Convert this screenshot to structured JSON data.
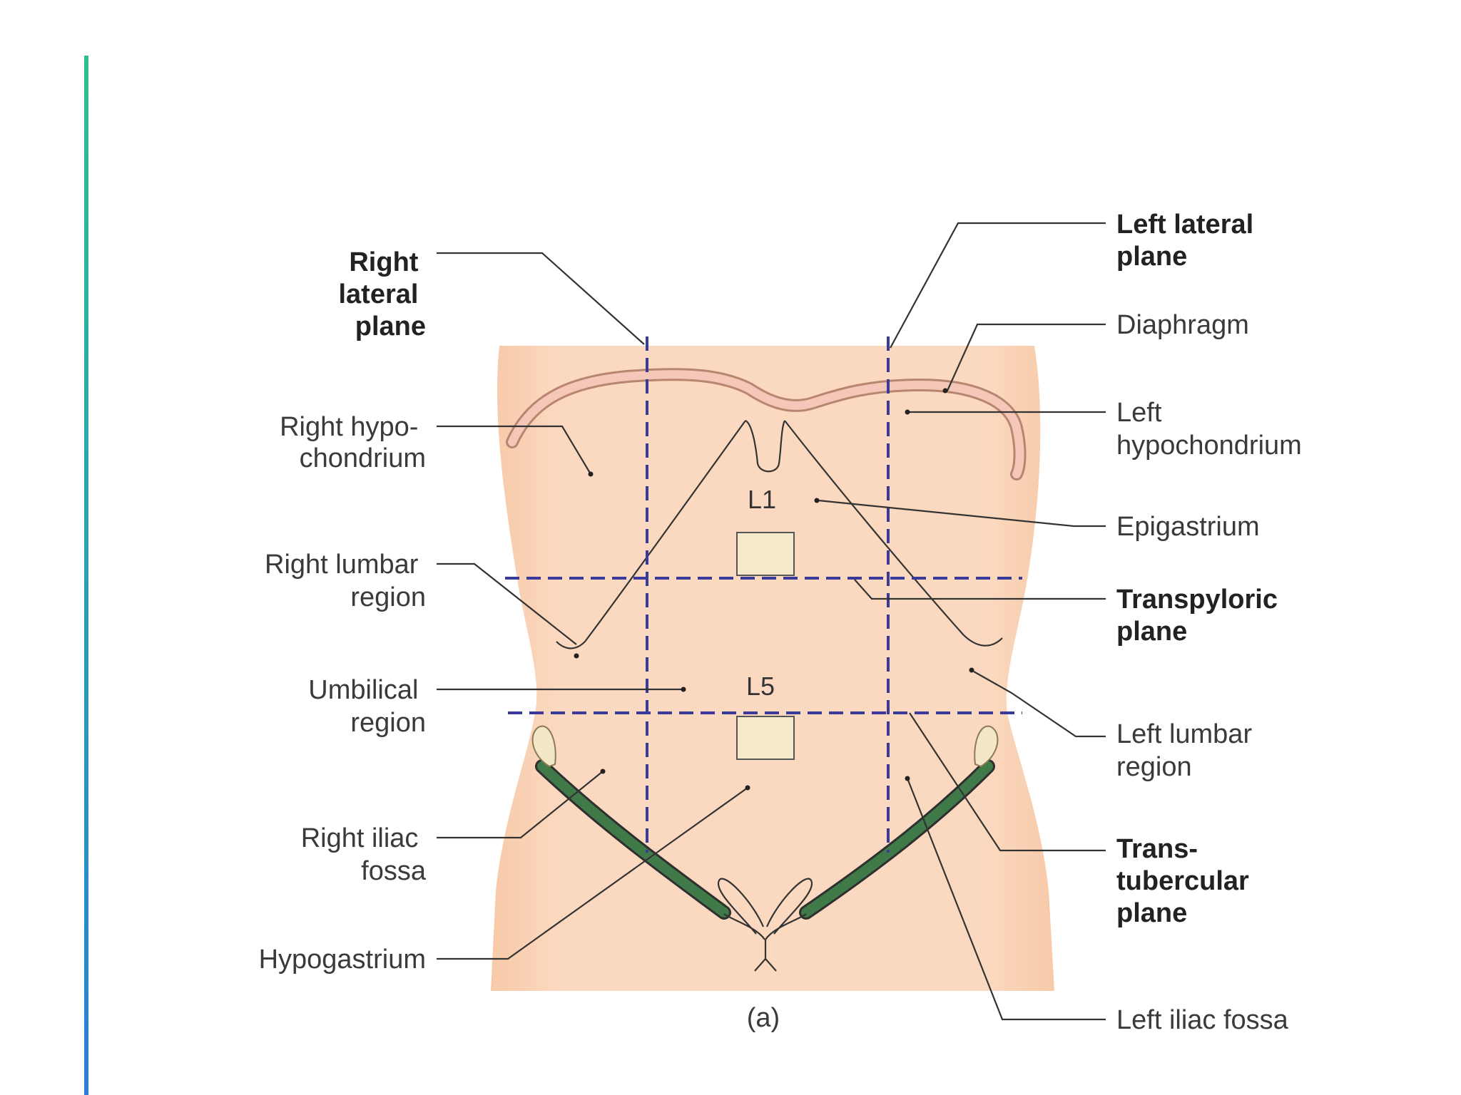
{
  "labels_left": {
    "right_lateral_plane": [
      "Right",
      "lateral",
      "plane"
    ],
    "right_hypochondrium": [
      "Right hypo-",
      "chondrium"
    ],
    "right_lumbar_region": [
      "Right lumbar",
      "region"
    ],
    "umbilical_region": [
      "Umbilical",
      "region"
    ],
    "right_iliac_fossa": [
      "Right iliac",
      "fossa"
    ],
    "hypogastrium": [
      "Hypogastrium"
    ]
  },
  "labels_right": {
    "left_lateral_plane": [
      "Left lateral",
      "plane"
    ],
    "diaphragm": [
      "Diaphragm"
    ],
    "left_hypochondrium": [
      "Left",
      "hypochondrium"
    ],
    "epigastrium": [
      "Epigastrium"
    ],
    "transpyloric_plane": [
      "Transpyloric",
      "plane"
    ],
    "left_lumbar_region": [
      "Left lumbar",
      "region"
    ],
    "transtubercular_plane": [
      "Trans-",
      "tubercular",
      "plane"
    ],
    "left_iliac_fossa": [
      "Left iliac fossa"
    ]
  },
  "vertebra_labels": {
    "upper": "L1",
    "lower": "L5"
  },
  "caption": "(a)",
  "colors": {
    "skin": "#fbd9c0",
    "plane_line": "#3a3a9a",
    "iliac_crest": "#3f7a48",
    "vertebra_box": "#f6e9cc",
    "accent_top": "#2fbf8f",
    "accent_bottom": "#2a7fd4"
  }
}
